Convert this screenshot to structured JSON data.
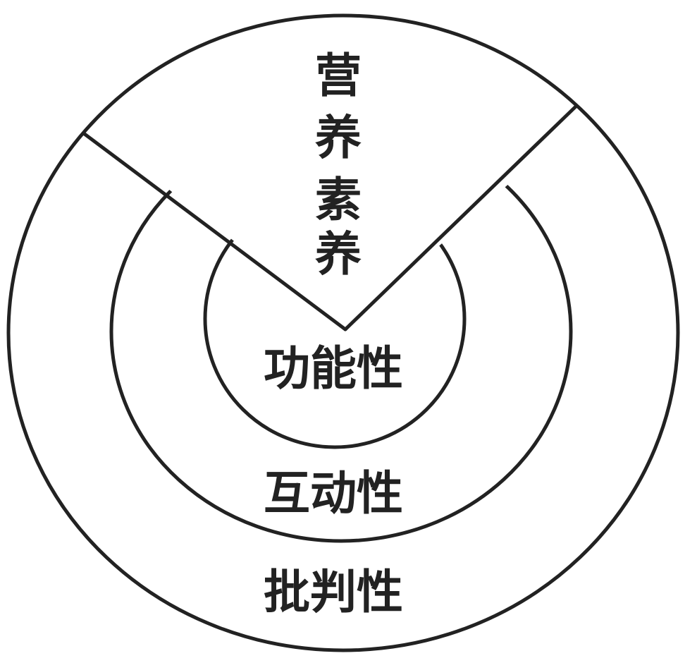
{
  "diagram": {
    "wedge_label": "营养素养",
    "inner_label": "功能性",
    "middle_label": "互动性",
    "outer_label": "批判性"
  },
  "colors": {
    "stroke": "#222222",
    "background": "#ffffff"
  }
}
